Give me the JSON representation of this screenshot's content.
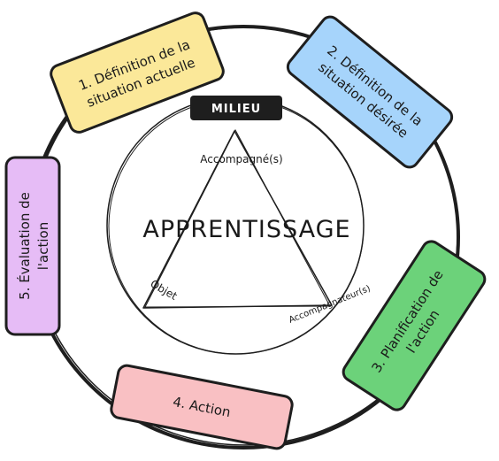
{
  "milieu": {
    "label": "MILIEU"
  },
  "center": {
    "title": "APPRENTISSAGE",
    "vertex_top": "Accompagné(s)",
    "vertex_left": "Objet",
    "vertex_right": "Accompagnateur(s)"
  },
  "steps": [
    {
      "lines": [
        "1. Définition de la",
        "situation actuelle"
      ],
      "color": "#fbe899"
    },
    {
      "lines": [
        "2. Définition de la",
        "situation désirée"
      ],
      "color": "#a6d4fb"
    },
    {
      "lines": [
        "3. Planification de",
        "l'action"
      ],
      "color": "#6cd27a"
    },
    {
      "lines": [
        "4. Action"
      ],
      "color": "#f9c0c3"
    },
    {
      "lines": [
        "5. Évaluation de",
        "l'action"
      ],
      "color": "#e6bcf6"
    }
  ],
  "colors": {
    "stroke": "#1e1e1e",
    "milieu_bg": "#1e1e1e",
    "milieu_text": "#ffffff"
  }
}
